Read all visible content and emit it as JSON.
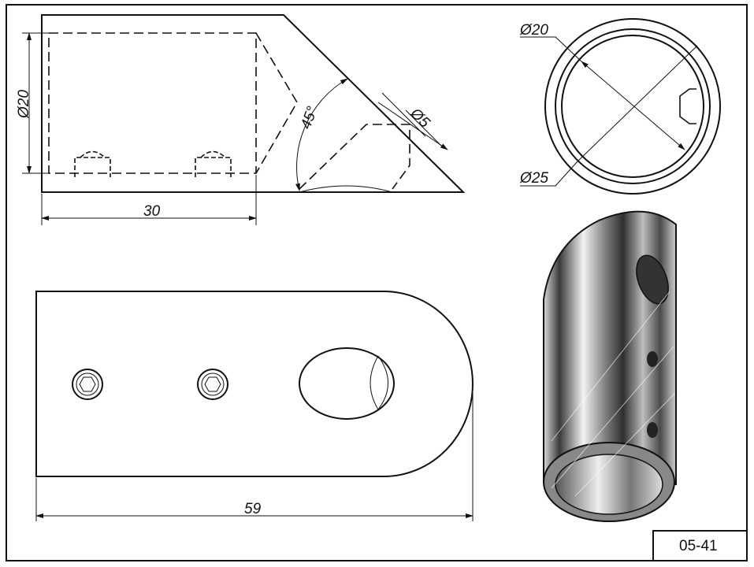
{
  "drawing": {
    "number": "05-41",
    "top_view": {
      "dia_inner": "Ø20",
      "length": "30",
      "angle": "45°",
      "hole_dia": "Ø5"
    },
    "end_view": {
      "dia_inner": "Ø20",
      "dia_outer": "Ø25"
    },
    "bottom_view": {
      "length": "59"
    }
  }
}
